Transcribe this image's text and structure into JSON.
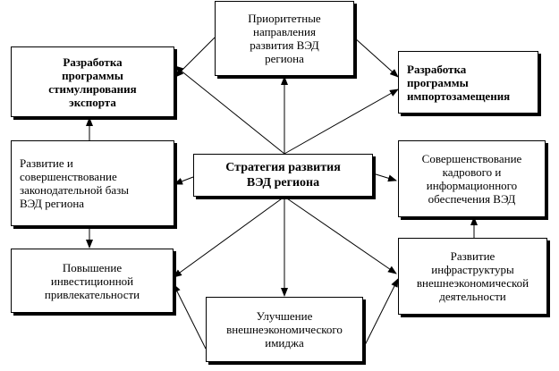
{
  "diagram": {
    "center": "Стратегия развития\nВЭД региона",
    "nodes": {
      "priorities": "Приоритетные\nнаправления\nразвития ВЭД\nрегиона",
      "export_program": "Разработка\nпрограммы\nстимулирования\nэкспорта",
      "import_program": "Разработка\nпрограммы\nимпортозамещения",
      "legislation": "Развитие  и\nсовершенствование\nзаконодательной базы\nВЭД региона",
      "personnel": "Совершенствование\nкадрового и\nинформационного\nобеспечения ВЭД",
      "investment": "Повышение\nинвестиционной\nпривлекательности",
      "infrastructure": "Развитие\nинфраструктуры\nвнешнеэкономической\nдеятельности",
      "image": "Улучшение\nвнешнеэкономического\nимиджа"
    }
  }
}
